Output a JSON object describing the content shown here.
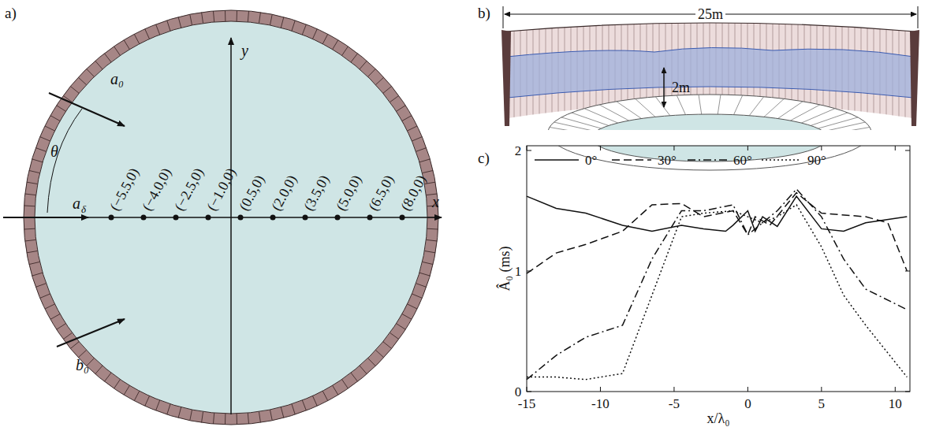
{
  "diagram": {
    "labels": [
      "a)",
      "a₀",
      "θ",
      "a",
      "δ",
      "b₀",
      "y",
      "x",
      "(−5.5,0)",
      "(−4.0,0)",
      "(−2.5,0)",
      "(−1.0,0)",
      "(0.5,0)",
      "(2.0,0)",
      "(3.5,0)",
      "(5.0,0)",
      "(6.5,0)",
      "(8.0,0)",
      "b)",
      "25m",
      "2m",
      "c)",
      "-15",
      "-10",
      "-5",
      "0",
      "5",
      "10",
      "0",
      "1",
      "2",
      "Â₀ (ms)",
      "x/λ₀"
    ],
    "legend": [
      {
        "text": "0°"
      },
      {
        "text": "30°"
      },
      {
        "text": "60°"
      },
      {
        "text": "90°"
      }
    ]
  }
}
